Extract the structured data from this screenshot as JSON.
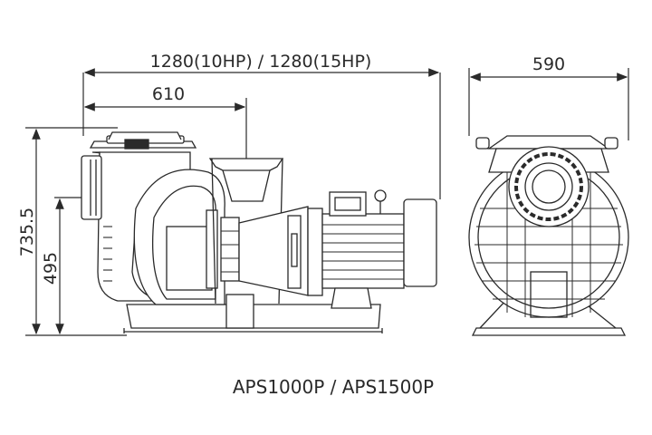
{
  "dimensions": {
    "overall_length": "1280(10HP) / 1280(15HP)",
    "inlet_to_outlet": "610",
    "overall_height": "735.5",
    "inlet_height": "495",
    "width": "590"
  },
  "caption": "APS1000P / APS1500P"
}
